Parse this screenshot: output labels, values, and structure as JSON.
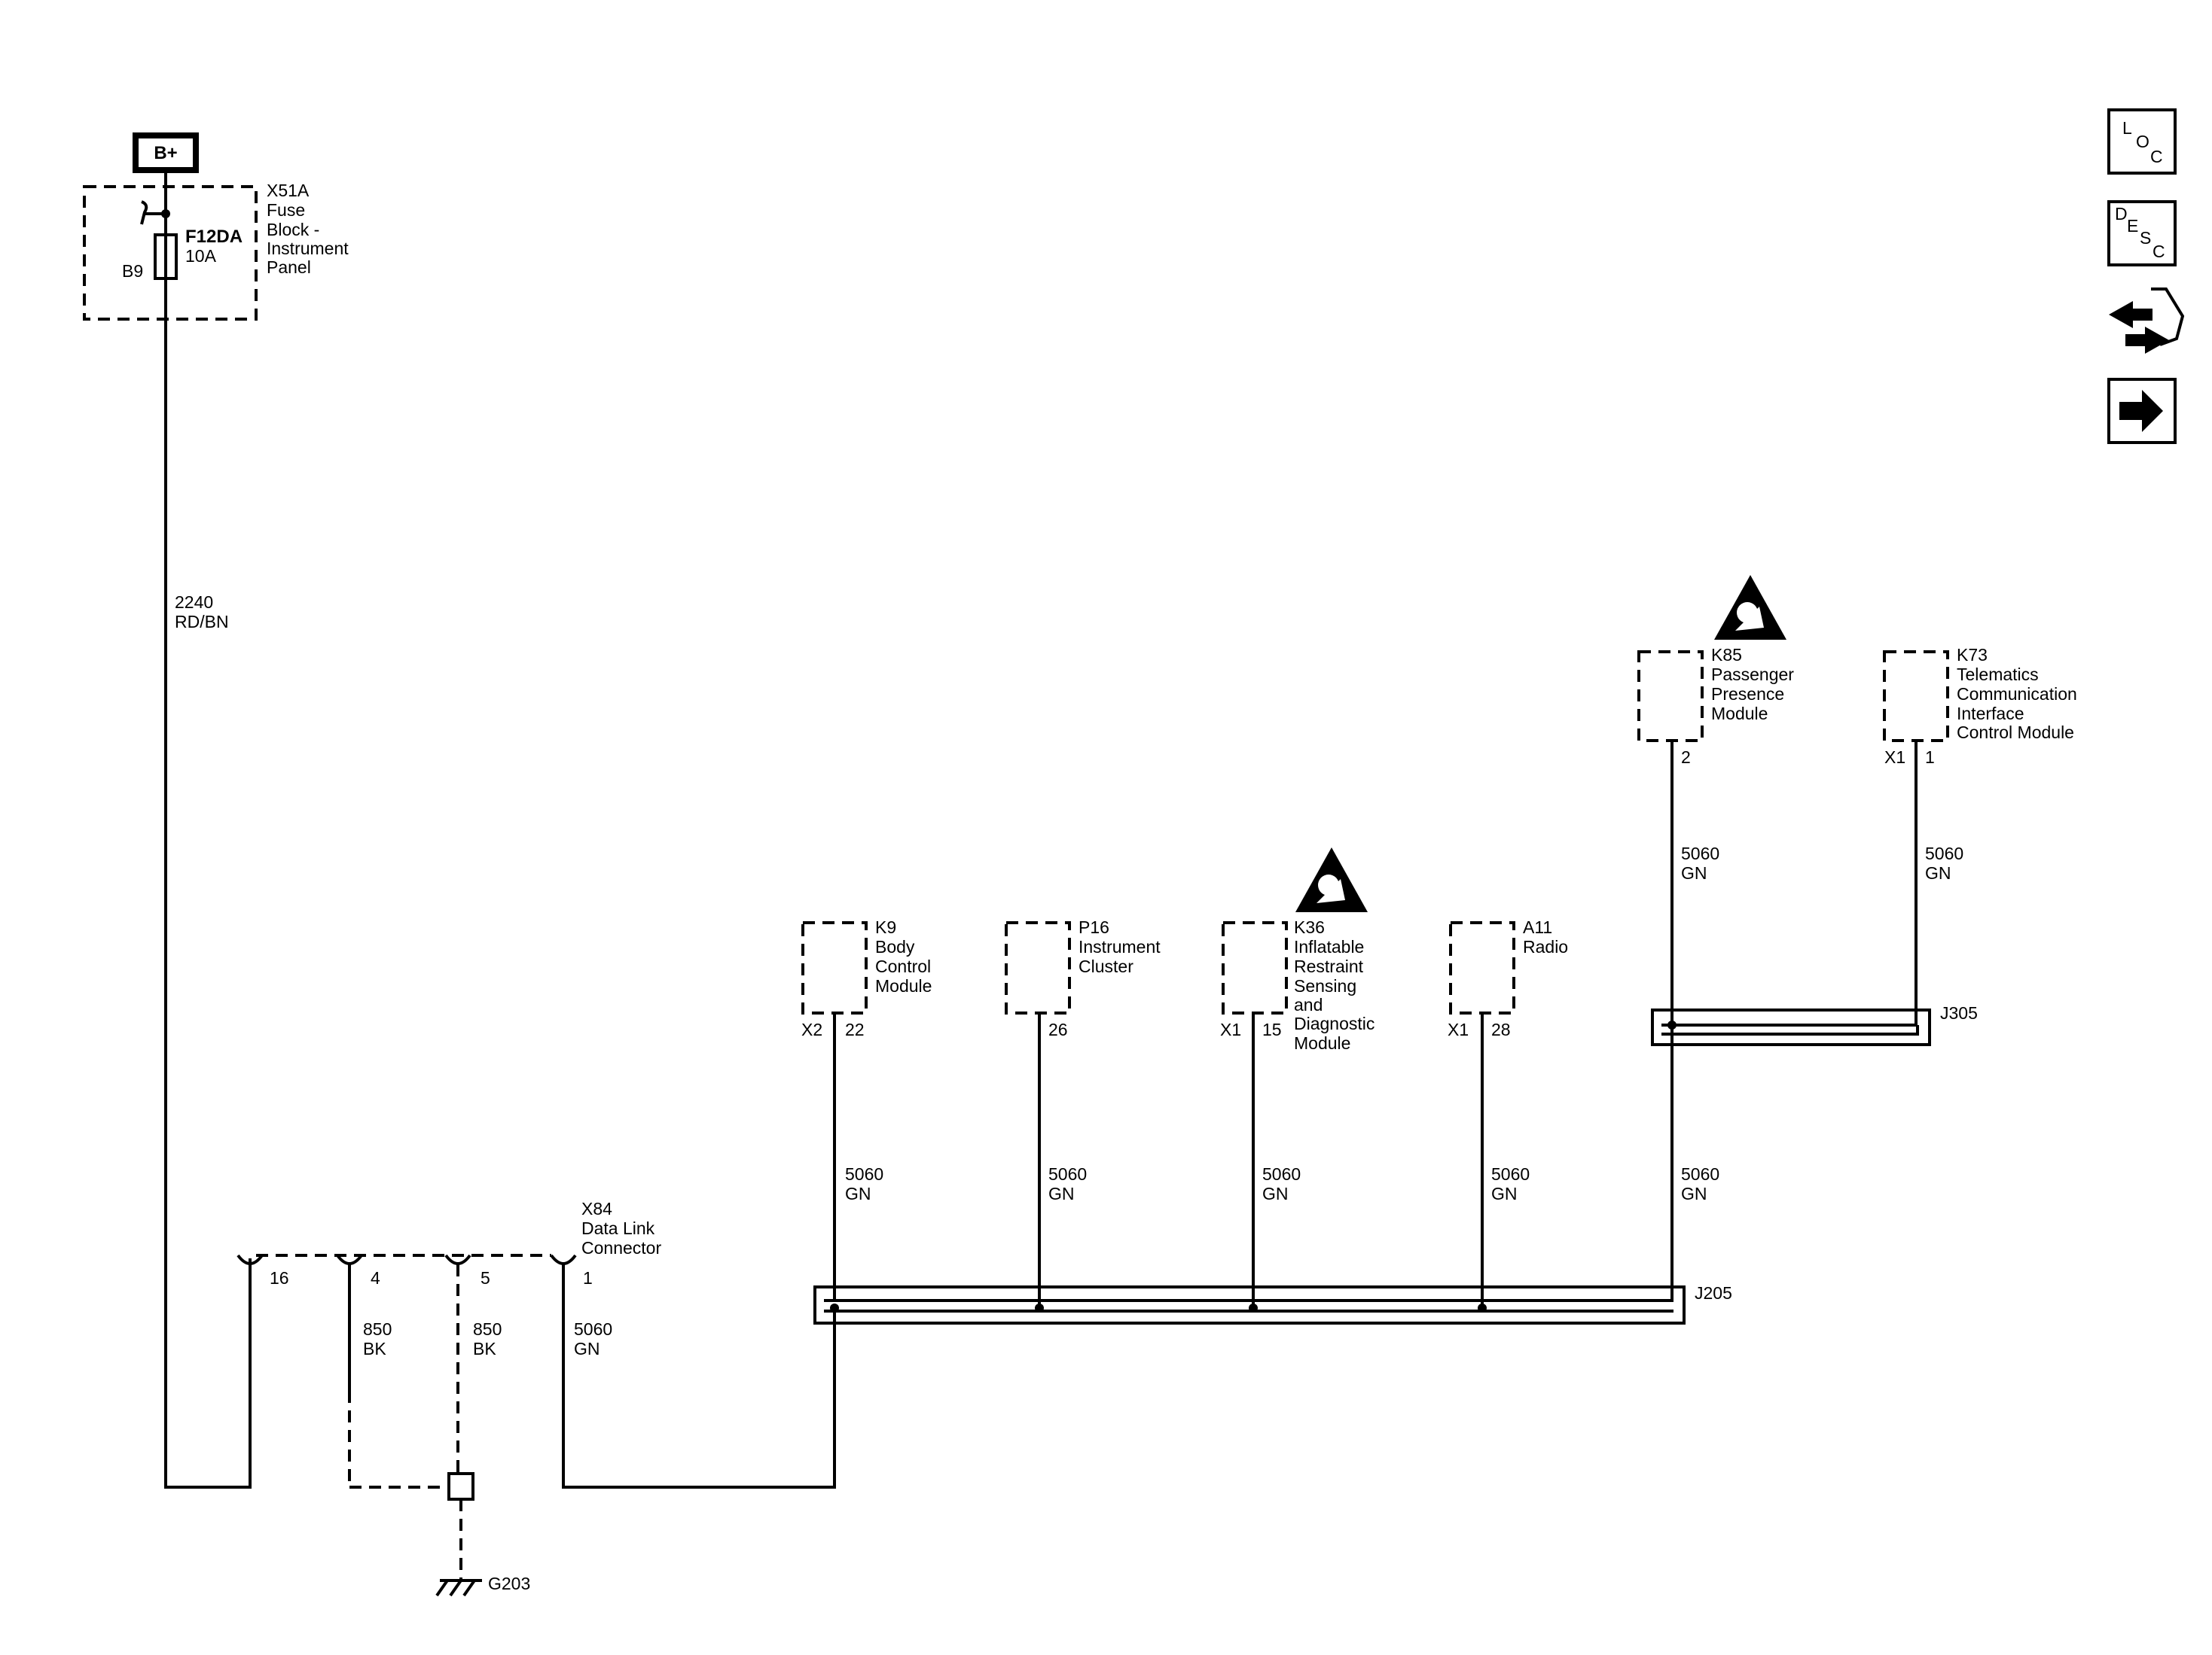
{
  "nav": {
    "loc_button": {
      "chars": [
        "L",
        "O",
        "C"
      ]
    },
    "desc_button": {
      "chars": [
        "D",
        "E",
        "S",
        "C"
      ]
    },
    "icons": [
      "loc-icon",
      "desc-icon",
      "connector-pinout-icon",
      "next-page-arrow-icon"
    ]
  },
  "power": {
    "label": "B+"
  },
  "fuse_block": {
    "id": "X51A",
    "lines": [
      "Fuse",
      "Block -",
      "Instrument",
      "Panel"
    ],
    "fuse_id": "F12DA",
    "fuse_rating": "10A",
    "pin": "B9"
  },
  "wires": {
    "power_circuit": "2240",
    "power_color": "RD/BN",
    "ground_circuit": "850",
    "ground_color": "BK",
    "data_circuit": "5060",
    "data_color": "GN"
  },
  "dlc": {
    "id": "X84",
    "lines": [
      "Data Link",
      "Connector"
    ],
    "pins": [
      "16",
      "4",
      "5",
      "1"
    ]
  },
  "ground": {
    "id": "G203"
  },
  "splices": {
    "main": "J205",
    "upper": "J305"
  },
  "modules": {
    "k9": {
      "id": "K9",
      "lines": [
        "Body",
        "Control",
        "Module"
      ],
      "connector": "X2",
      "pin": "22"
    },
    "p16": {
      "id": "P16",
      "lines": [
        "Instrument",
        "Cluster"
      ],
      "pin": "26"
    },
    "k36": {
      "id": "K36",
      "lines": [
        "Inflatable",
        "Restraint",
        "Sensing",
        "and",
        "Diagnostic",
        "Module"
      ],
      "connector": "X1",
      "pin": "15"
    },
    "a11": {
      "id": "A11",
      "lines": [
        "Radio"
      ],
      "connector": "X1",
      "pin": "28"
    },
    "k85": {
      "id": "K85",
      "lines": [
        "Passenger",
        "Presence",
        "Module"
      ],
      "pin": "2"
    },
    "k73": {
      "id": "K73",
      "lines": [
        "Telematics",
        "Communication",
        "Interface",
        "Control Module"
      ],
      "connector": "X1",
      "pin": "1"
    }
  },
  "airbag_warning_icons": [
    "airbag-warning-icon",
    "airbag-warning-icon"
  ]
}
